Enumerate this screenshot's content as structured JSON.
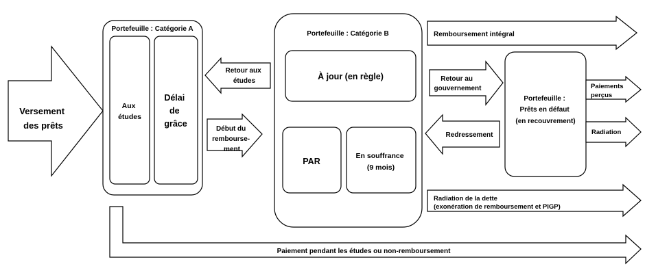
{
  "versement": {
    "line1": "Versement",
    "line2": "des prêts"
  },
  "categorie_a": {
    "title": "Portefeuille : Catégorie A",
    "aux_etudes": {
      "line1": "Aux",
      "line2": "études"
    },
    "delai_de_grace": {
      "line1": "Délai",
      "line2": "de",
      "line3": "grâce"
    }
  },
  "categorie_b": {
    "title": "Portefeuille : Catégorie B",
    "a_jour": "À jour (en règle)",
    "par": "PAR",
    "en_souffrance": {
      "line1": "En souffrance",
      "line2": "(9 mois)"
    }
  },
  "retour_aux_etudes": {
    "line1": "Retour aux",
    "line2": "études"
  },
  "debut_du_remboursement": {
    "line1": "Début du",
    "line2": "rembourse-",
    "line3": "ment"
  },
  "remboursement_integral": "Remboursement intégral",
  "retour_au_gouvernement": {
    "line1": "Retour au",
    "line2": "gouvernement"
  },
  "redressement": "Redressement",
  "prets_en_defaut": {
    "line1": "Portefeuille :",
    "line2": "Prêts en défaut",
    "line3": "(en recouvrement)"
  },
  "paiements_percus": {
    "line1": "Paiements",
    "line2": "perçus"
  },
  "radiation": "Radiation",
  "radiation_de_la_dette": {
    "line1": "Radiation de la dette",
    "line2": "(exonération de remboursement et PIGP)"
  },
  "paiement_pendant_etudes": "Paiement pendant les études ou non-remboursement"
}
